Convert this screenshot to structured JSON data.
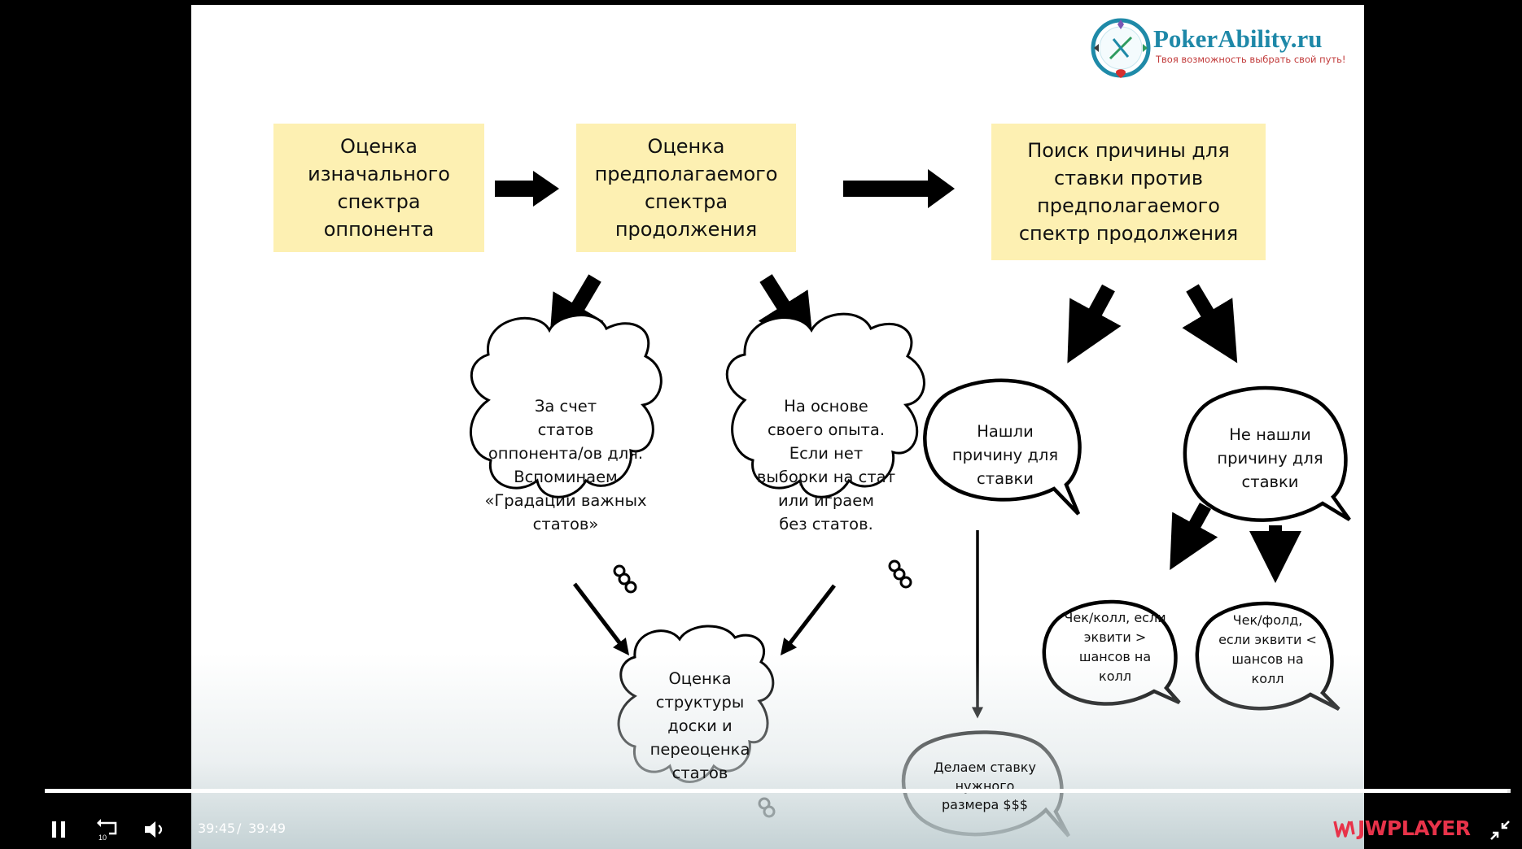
{
  "slide": {
    "logo": {
      "title": "PokerAbility.ru",
      "tagline": "Твоя возможность выбрать свой путь!"
    },
    "boxes": {
      "initial_range": "Оценка\nизначального\nспектра\nоппонента",
      "continuation_range": "Оценка\nпредполагаемого\nспектра\nпродолжения",
      "bet_reason": "Поиск причины для\nставки против\nпредполагаемого\nспектр продолжения"
    },
    "clouds": {
      "stats": "За счет\nстатов\nоппонента/ов для.\nВспоминаем\n«Градации важных\nстатов»",
      "experience": "На основе\nсвоего опыта.\nЕсли нет\nвыборки на стат\nили играем\nбез статов.",
      "board": "Оценка\nструктуры\nдоски и\nпереоценка\nстатов"
    },
    "bubbles": {
      "found": "Нашли\nпричину для\nставки",
      "not_found": "Не нашли\nпричину для\nставки",
      "check_call": "Чек/колл, если\nэквити >\nшансов на\nколл",
      "check_fold": "Чек/фолд,\nесли эквити <\nшансов на\nколл",
      "bet": "Делаем ставку\nнужного\nразмера $$$"
    }
  },
  "player": {
    "current_time": "39:45",
    "separator": "/",
    "duration": "39:49",
    "brand": "JWPLAYER",
    "progress_fraction": 0.998,
    "icons": [
      "pause-icon",
      "rewind-10-icon",
      "volume-icon",
      "fullscreen-exit-icon"
    ],
    "rewind_label": "10"
  }
}
